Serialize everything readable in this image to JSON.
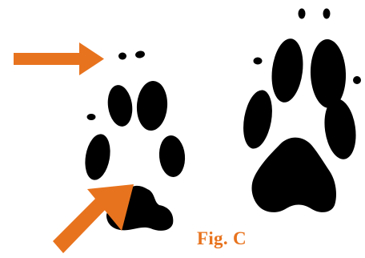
{
  "figure": {
    "caption": "Fig. C",
    "ink_color": "#000000",
    "arrow_color": "#e8731e",
    "caption_color": "#e8731e",
    "panels": [
      {
        "name": "left-paw-print",
        "marks": [
          "claw-marks",
          "toe-pads",
          "heel-pad"
        ]
      },
      {
        "name": "right-paw-print",
        "marks": [
          "claw-marks",
          "toe-pads",
          "heel-pad"
        ]
      }
    ],
    "arrows": [
      {
        "points_to": "claw-marks"
      },
      {
        "points_to": "heel-pad"
      }
    ]
  }
}
